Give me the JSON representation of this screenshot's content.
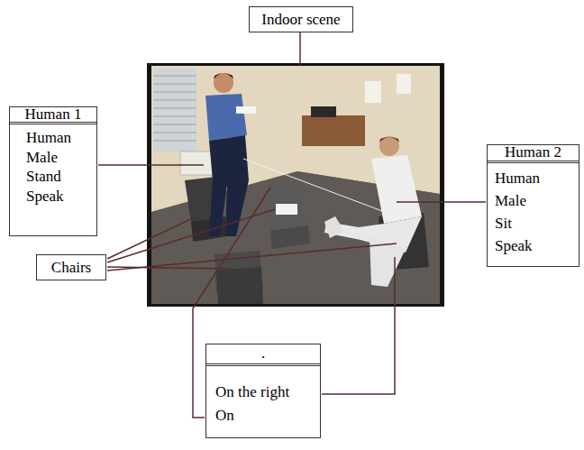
{
  "diagram": {
    "nodes": [
      {
        "text": [
          "Indoor scene"
        ]
      },
      {
        "text": [
          "Human 1",
          "Human",
          "Male",
          "Stand",
          "Speak"
        ]
      },
      {
        "text": [
          "Human 2",
          "Human",
          "Male",
          "Sit",
          "Speak"
        ]
      },
      {
        "text": [
          "Chairs"
        ]
      },
      {
        "text": [
          ".",
          "On the right",
          "On"
        ]
      }
    ]
  }
}
